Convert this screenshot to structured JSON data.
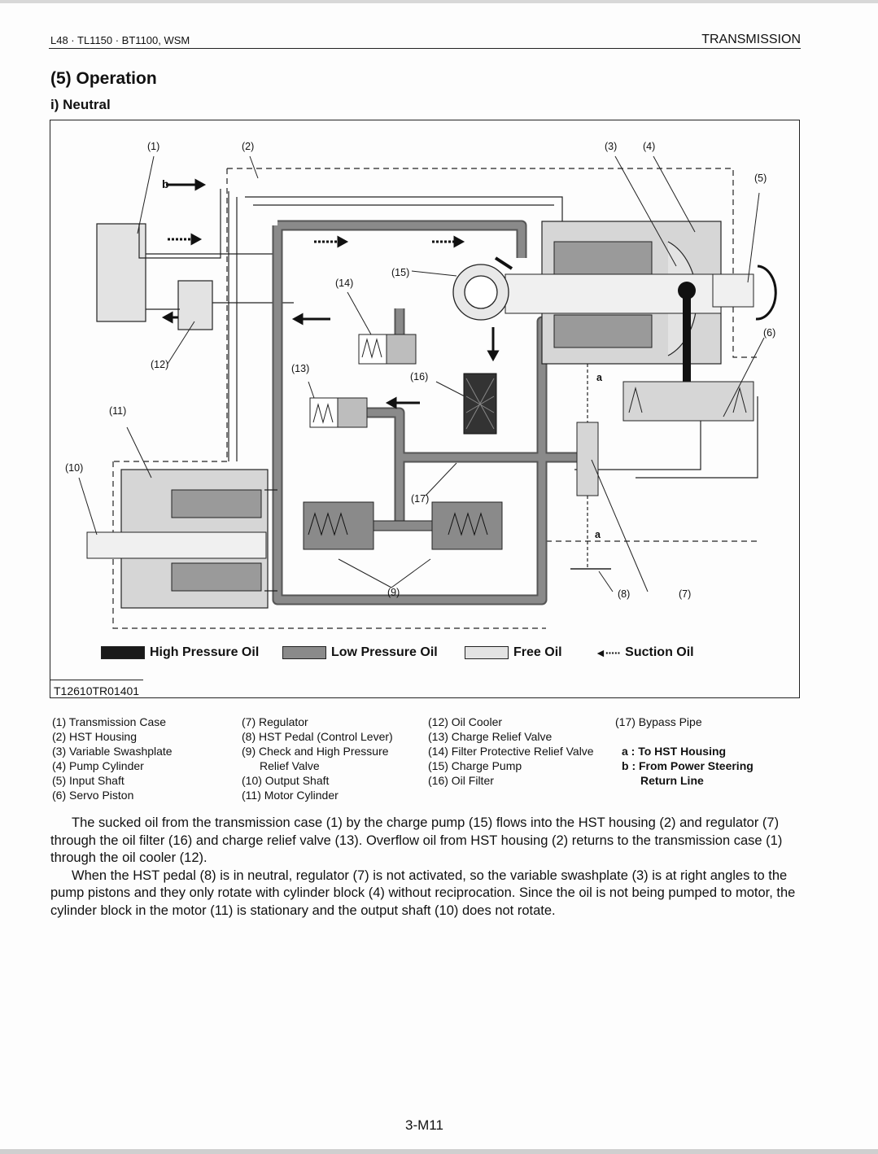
{
  "header": {
    "left": "L48 · TL1150 · BT1100, WSM",
    "right": "TRANSMISSION"
  },
  "section_title": "(5)  Operation",
  "subsection_title": "i) Neutral",
  "figure": {
    "callouts": {
      "c1": "(1)",
      "c2": "(2)",
      "c3": "(3)",
      "c4": "(4)",
      "c5": "(5)",
      "c6": "(6)",
      "c7": "(7)",
      "c8": "(8)",
      "c9": "(9)",
      "c10": "(10)",
      "c11": "(11)",
      "c12": "(12)",
      "c13": "(13)",
      "c14": "(14)",
      "c15": "(15)",
      "c16": "(16)",
      "c17": "(17)",
      "a_top": "a",
      "a_bottom": "a",
      "b": "b"
    },
    "legend": {
      "high": "High Pressure Oil",
      "low": "Low Pressure Oil",
      "free": "Free Oil",
      "suction": "Suction Oil",
      "suction_arrow": "◄·····"
    },
    "colors": {
      "high": "#1a1a1a",
      "low": "#8a8a8a",
      "free": "#e3e3e3"
    },
    "id": "T12610TR01401"
  },
  "parts_legend": {
    "col1": [
      "(1) Transmission Case",
      "(2) HST Housing",
      "(3) Variable Swashplate",
      "(4) Pump Cylinder",
      "(5) Input Shaft",
      "(6) Servo Piston"
    ],
    "col2": [
      "(7) Regulator",
      "(8) HST Pedal (Control Lever)",
      "(9) Check and High Pressure",
      "Relief Valve",
      "(10) Output Shaft",
      "(11) Motor Cylinder"
    ],
    "col3": [
      "(12) Oil Cooler",
      "(13) Charge Relief Valve",
      "(14) Filter Protective Relief Valve",
      "(15) Charge Pump",
      "(16) Oil Filter"
    ],
    "col4": [
      "(17) Bypass Pipe",
      "a : To HST Housing",
      "b : From Power Steering",
      "Return Line"
    ]
  },
  "body": {
    "p1": "The sucked oil from the transmission case (1) by the charge pump (15) flows into the HST housing (2) and regulator (7) through the oil filter (16) and charge relief valve (13). Overflow oil from HST housing (2) returns to the transmission case (1) through the oil cooler (12).",
    "p2": "When the HST pedal (8) is in neutral, regulator (7) is not activated, so the variable swashplate (3) is at right angles to the pump pistons and they only rotate with cylinder block (4) without reciprocation. Since the oil is not being pumped to motor, the cylinder block in the motor (11) is stationary and the output shaft (10) does not rotate."
  },
  "page_number": "3-M11"
}
